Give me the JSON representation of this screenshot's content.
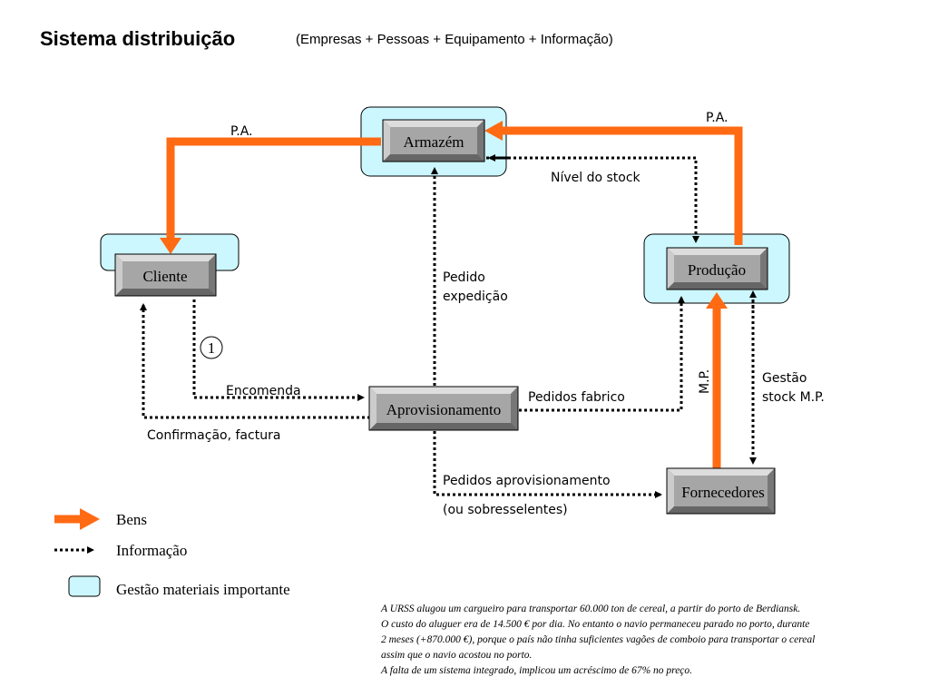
{
  "header": {
    "title": "Sistema distribuição",
    "subtitle": "(Empresas + Pessoas + Equipamento + Informação)"
  },
  "colors": {
    "goods_arrow": "#ff6a13",
    "highlight_fill": "#ccf7ff",
    "box_face": "#a6a6a6",
    "box_light": "#dddddd",
    "box_dark": "#666666"
  },
  "nodes": {
    "armazem": "Armazém",
    "cliente": "Cliente",
    "producao": "Produção",
    "aprovisionamento": "Aprovisionamento",
    "fornecedores": "Fornecedores"
  },
  "edge_labels": {
    "pa_left": "P.A.",
    "pa_right": "P.A.",
    "nivel_stock": "Nível do stock",
    "pedido_expedicao_1": "Pedido",
    "pedido_expedicao_2": "expedição",
    "encomenda": "Encomenda",
    "confirmacao": "Confirmação, factura",
    "pedidos_fabrico": "Pedidos fabrico",
    "mp": "M.P.",
    "gestao_1": "Gestão",
    "gestao_2": "stock M.P.",
    "pedidos_aprov_1": "Pedidos aprovisionamento",
    "pedidos_aprov_2": "(ou sobresselentes)",
    "step_marker": "1"
  },
  "legend": {
    "goods": "Bens",
    "info": "Informação",
    "important": "Gestão materiais importante"
  },
  "note": [
    "A URSS alugou um cargueiro para transportar 60.000 ton de cereal, a partir do porto de Berdiansk.",
    "O custo do aluguer era de 14.500 € por dia. No entanto o navio permaneceu parado no porto, durante",
    "2 meses (+870.000 €), porque o país não tinha suficientes vagões de comboio para transportar o cereal",
    "assim que o navio acostou no porto.",
    "A falta de um sistema integrado, implicou um acréscimo de 67% no preço."
  ]
}
